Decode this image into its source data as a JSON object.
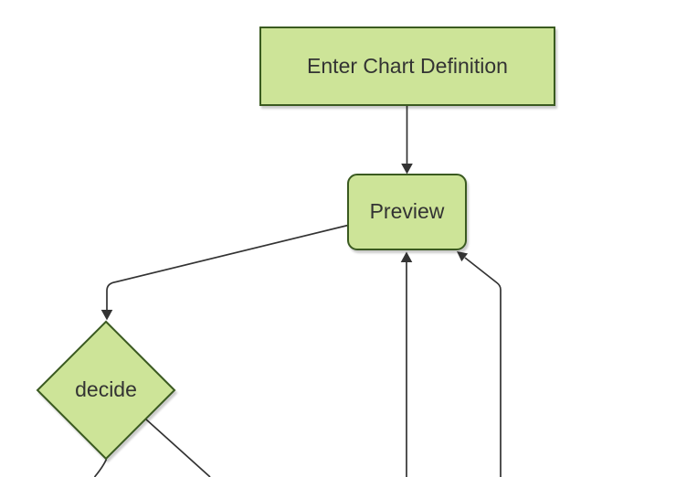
{
  "diagram": {
    "type": "flowchart",
    "background": "#ffffff",
    "colors": {
      "background": "#ffffff",
      "node_fill": "#cde498",
      "node_border": "#3a5a20",
      "edge_line": "#333333",
      "label_text": "#333333"
    },
    "nodes": [
      {
        "id": "enter-chart-definition",
        "label": "Enter Chart Definition",
        "shape": "rectangle"
      },
      {
        "id": "preview",
        "label": "Preview",
        "shape": "rounded-rectangle"
      },
      {
        "id": "decide",
        "label": "decide",
        "shape": "diamond"
      }
    ],
    "edges": [
      {
        "from": "enter-chart-definition",
        "to": "preview",
        "arrow": true
      },
      {
        "from": "preview",
        "to": "decide",
        "arrow": true
      },
      {
        "from": "offscreen-bottom-center",
        "to": "preview",
        "arrow": true
      },
      {
        "from": "offscreen-bottom-right",
        "to": "preview",
        "arrow": true
      },
      {
        "from": "decide",
        "to": "offscreen-bottom-left",
        "arrow": false
      },
      {
        "from": "decide",
        "to": "offscreen-bottom-right",
        "arrow": false
      }
    ]
  }
}
